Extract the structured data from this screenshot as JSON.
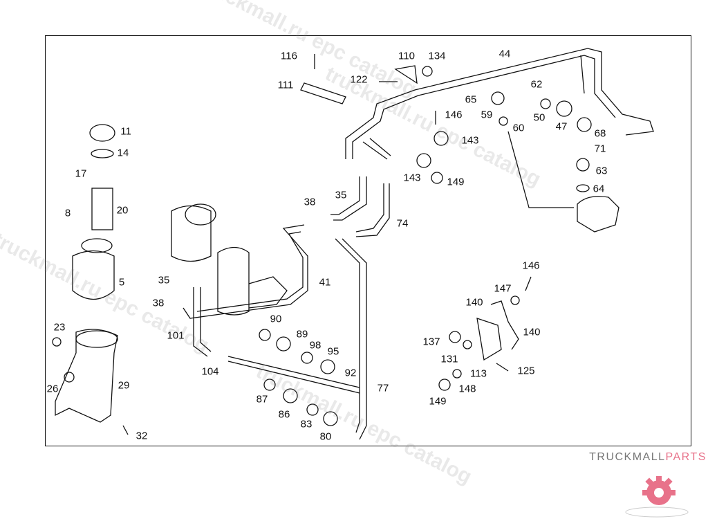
{
  "diagram": {
    "part_labels": [
      "116",
      "111",
      "122",
      "110",
      "134",
      "44",
      "62",
      "65",
      "146",
      "59",
      "50",
      "60",
      "47",
      "68",
      "71",
      "143",
      "143",
      "149",
      "63",
      "64",
      "35",
      "38",
      "74",
      "11",
      "14",
      "17",
      "8",
      "20",
      "5",
      "35",
      "38",
      "41",
      "146",
      "147",
      "140",
      "140",
      "137",
      "131",
      "113",
      "125",
      "148",
      "149",
      "90",
      "89",
      "98",
      "95",
      "92",
      "101",
      "104",
      "87",
      "86",
      "83",
      "80",
      "77",
      "23",
      "26",
      "29",
      "32"
    ]
  },
  "watermarks": [
    "truckmall.ru epc catalog",
    "truckmall.ru epc catalog",
    "truckmall.ru epc catalog",
    "truckmall.ru epc catalog"
  ],
  "logo": {
    "text_dark": "TRUCKMALL",
    "text_accent": "PARTS",
    "accent_color": "#e8728a"
  },
  "colors": {
    "line": "#111111",
    "background": "#ffffff"
  }
}
